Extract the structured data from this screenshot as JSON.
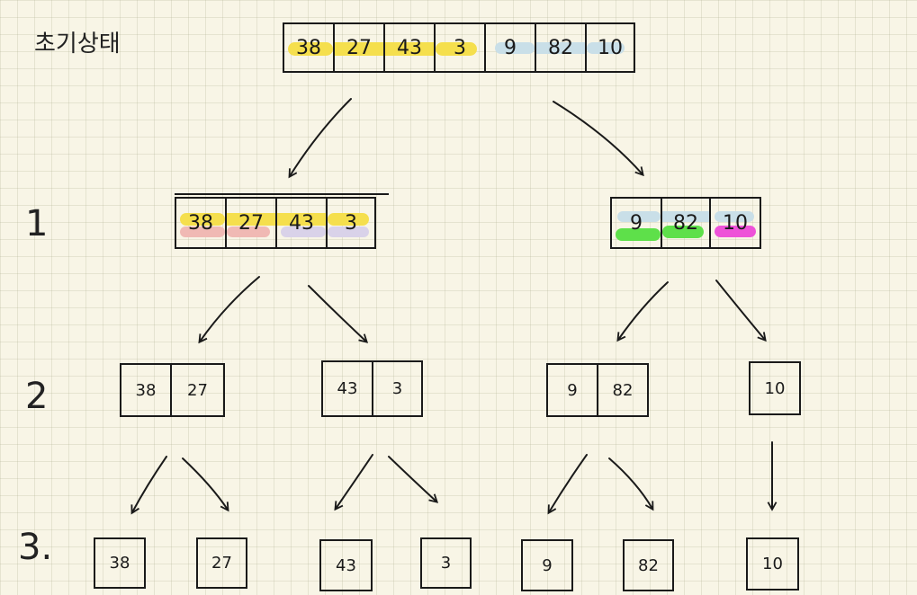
{
  "title": "초기상태",
  "level_labels": [
    "1",
    "2",
    "3."
  ],
  "root": [
    "38",
    "27",
    "43",
    "3",
    "9",
    "82",
    "10"
  ],
  "level1": {
    "left": [
      "38",
      "27",
      "43",
      "3"
    ],
    "right": [
      "9",
      "82",
      "10"
    ]
  },
  "level2": [
    [
      "38",
      "27"
    ],
    [
      "43",
      "3"
    ],
    [
      "9",
      "82"
    ],
    [
      "10"
    ]
  ],
  "level3": [
    "38",
    "27",
    "43",
    "3",
    "9",
    "82",
    "10"
  ],
  "colors": {
    "yellow": "#f5df4d",
    "light_blue": "#c9dfe8",
    "pink": "#f0b9b4",
    "lavender": "#d9d2e9",
    "green": "#5ee04a",
    "magenta": "#ee52d8"
  }
}
